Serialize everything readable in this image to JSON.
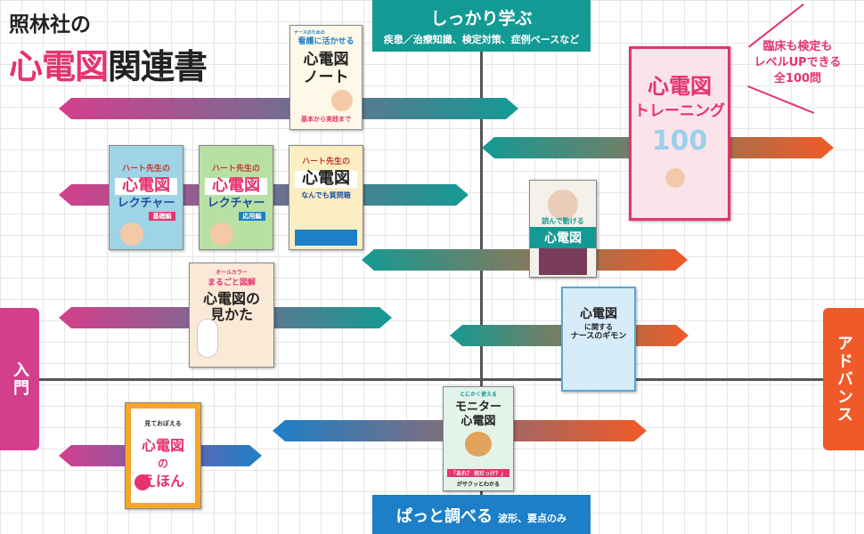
{
  "header": {
    "publisher": "照林社の",
    "title_accent": "心電図",
    "title_rest": "関連書"
  },
  "axes": {
    "top": {
      "main": "しっかり学ぶ",
      "sub": "疾患／治療知識、検定対策、症例ベースなど"
    },
    "bottom": {
      "main": "ぱっと調べる",
      "sub": "波形、要点のみ"
    },
    "left": "入門",
    "right": "アドバンス"
  },
  "callout": {
    "line1": "臨床も検定も",
    "line2": "レベルUPできる",
    "line3": "全100問"
  },
  "colors": {
    "teal": "#149a94",
    "blue": "#1d7fc7",
    "pink": "#d43f8d",
    "orange": "#f05a28",
    "accent": "#e5336e"
  },
  "books": {
    "kango_note": {
      "tag": "ナースのための",
      "t1": "看護に活かせる",
      "t2": "心電図",
      "t3": "ノート",
      "sub": "基本から実践まで"
    },
    "lecture_kiso": {
      "t1": "ハート先生の",
      "t2": "心電図",
      "t3": "レクチャー",
      "badge": "基礎編"
    },
    "lecture_oyo": {
      "t1": "ハート先生の",
      "t2": "心電図",
      "t3": "レクチャー",
      "badge": "応用編"
    },
    "nandemo": {
      "t1": "ハート先生の",
      "t2": "心電図",
      "t3": "なんでも質問箱"
    },
    "training": {
      "t1": "心電図",
      "t2": "トレーニング",
      "t3": "100"
    },
    "yonde": {
      "t1": "読んで動ける",
      "t2": "心電図"
    },
    "marugoto": {
      "t1": "オールカラー",
      "t2": "まるごと図解",
      "t3": "心電図の",
      "t4": "見かた"
    },
    "gimon": {
      "t1": "心電図",
      "t2": "に関する",
      "t3": "ナースのギモン"
    },
    "monitor": {
      "t1": "とにかく使える",
      "t2": "モニター",
      "t3": "心電図",
      "t4": "「あれ？ 何だっけ？」",
      "t5": "がサクッとわかる"
    },
    "ehon": {
      "t1": "見ておぼえる",
      "t2": "心電図",
      "t3": "の",
      "t4": "えほん"
    }
  }
}
